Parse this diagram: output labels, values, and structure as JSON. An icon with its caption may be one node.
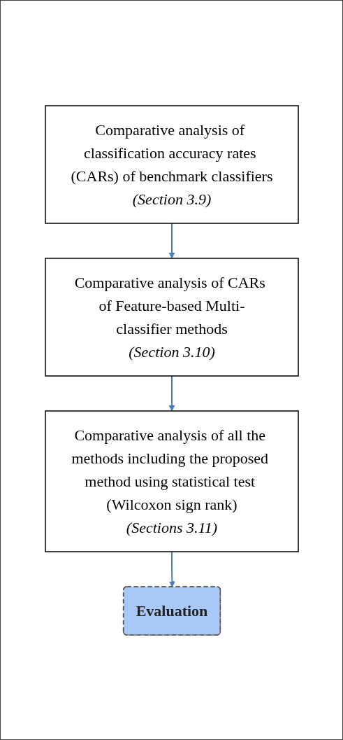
{
  "diagram": {
    "nodes": [
      {
        "text": [
          "Comparative analysis of classification accuracy rates (CARs) of benchmark classifiers",
          "(Section 3.9)"
        ]
      },
      {
        "text": [
          "Comparative analysis of CARs of Feature-based Multi-classifier methods",
          "(Section 3.10)"
        ]
      },
      {
        "text": [
          "Comparative analysis of all the methods including the proposed method using statistical test (Wilcoxon sign rank)",
          "(Sections 3.11)"
        ]
      },
      {
        "text": [
          "Evaluation"
        ]
      }
    ],
    "edges": [
      {
        "from": 0,
        "to": 1,
        "arrow": "to"
      },
      {
        "from": 1,
        "to": 2,
        "arrow": "to"
      },
      {
        "from": 2,
        "to": 3,
        "arrow": "to"
      }
    ]
  }
}
